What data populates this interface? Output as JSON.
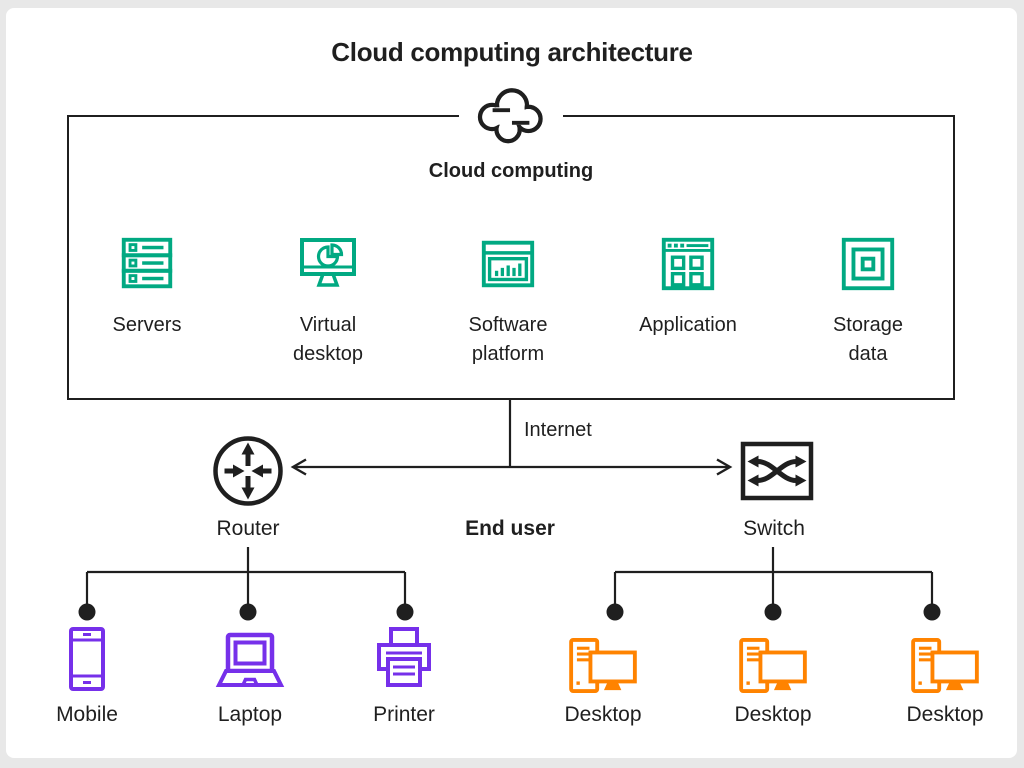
{
  "title": "Cloud computing architecture",
  "colors": {
    "green": "#01a982",
    "purple": "#7630ea",
    "orange": "#ff8300",
    "line": "#1f1f1f",
    "framebg": "#e8e8e8",
    "cardbg": "#ffffff"
  },
  "cloud": {
    "label": "Cloud computing",
    "icon": "cloud-icon"
  },
  "services": [
    {
      "label": "Servers",
      "icon": "servers-icon"
    },
    {
      "label": "Virtual desktop",
      "icon": "virtual-desktop-icon"
    },
    {
      "label": "Software platform",
      "icon": "software-platform-icon"
    },
    {
      "label": "Application",
      "icon": "application-icon"
    },
    {
      "label": "Storage data",
      "icon": "storage-data-icon"
    }
  ],
  "network": {
    "internet_label": "Internet",
    "router_label": "Router",
    "end_user_label": "End user",
    "switch_label": "Switch",
    "router_icon": "router-icon",
    "switch_icon": "switch-icon"
  },
  "router_devices": [
    {
      "label": "Mobile",
      "icon": "mobile-icon"
    },
    {
      "label": "Laptop",
      "icon": "laptop-icon"
    },
    {
      "label": "Printer",
      "icon": "printer-icon"
    }
  ],
  "switch_devices": [
    {
      "label": "Desktop",
      "icon": "desktop-icon"
    },
    {
      "label": "Desktop",
      "icon": "desktop-icon"
    },
    {
      "label": "Desktop",
      "icon": "desktop-icon"
    }
  ]
}
